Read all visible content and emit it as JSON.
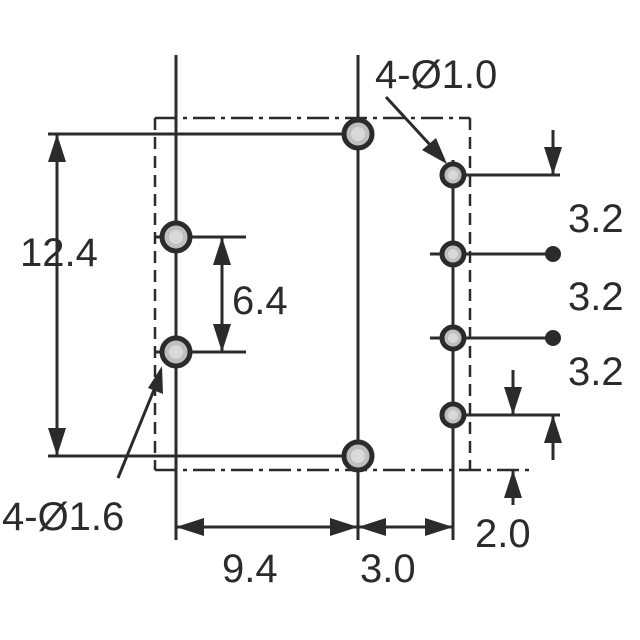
{
  "labels": {
    "height_total": "12.4",
    "pin_spacing_left": "6.4",
    "hole_left_spec": "4-Ø1.6",
    "hole_right_spec": "4-Ø1.0",
    "pitch_1": "3.2",
    "pitch_2": "3.2",
    "pitch_3": "3.2",
    "offset_bottom": "2.0",
    "width_left": "9.4",
    "width_right": "3.0"
  }
}
